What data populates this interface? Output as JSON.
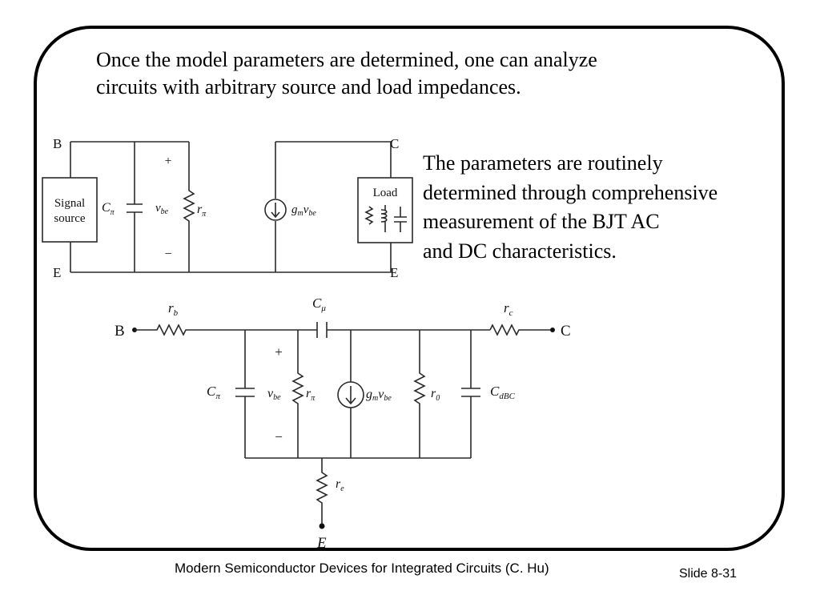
{
  "intro": {
    "line1": "Once the model parameters are determined, one can analyze",
    "line2": "circuits with arbitrary source and load impedances."
  },
  "side_text": {
    "line1": "The parameters are routinely",
    "line2": "determined through comprehensive",
    "line3": "measurement of the BJT AC",
    "line4": "and DC characteristics."
  },
  "top_circuit": {
    "node_b": "B",
    "node_c": "C",
    "node_e_left": "E",
    "node_e_right": "E",
    "signal_source_line1": "Signal",
    "signal_source_line2": "source",
    "c_pi": {
      "base": "C",
      "sub": "π"
    },
    "v_be": {
      "base": "v",
      "sub": "be"
    },
    "r_pi": {
      "base": "r",
      "sub": "π"
    },
    "plus": "+",
    "minus": "−",
    "gm_vbe": {
      "g": "g",
      "m": "m",
      "v": "v",
      "be": "be"
    },
    "load": "Load"
  },
  "bottom_circuit": {
    "node_b": "B",
    "node_c": "C",
    "node_e": "E",
    "r_b": {
      "base": "r",
      "sub": "b"
    },
    "c_mu": {
      "base": "C",
      "sub": "μ"
    },
    "r_c": {
      "base": "r",
      "sub": "c"
    },
    "c_pi": {
      "base": "C",
      "sub": "π"
    },
    "v_be": {
      "base": "v",
      "sub": "be"
    },
    "r_pi": {
      "base": "r",
      "sub": "π"
    },
    "gm_vbe": {
      "g": "g",
      "m": "m",
      "v": "v",
      "be": "be"
    },
    "r_0": {
      "base": "r",
      "sub": "0"
    },
    "c_dbc": {
      "base": "C",
      "sub": "dBC"
    },
    "r_e": {
      "base": "r",
      "sub": "e"
    },
    "plus": "+",
    "minus": "−"
  },
  "footer": {
    "citation": "Modern Semiconductor Devices for Integrated Circuits (C. Hu)",
    "slide_number": "Slide 8-31"
  }
}
